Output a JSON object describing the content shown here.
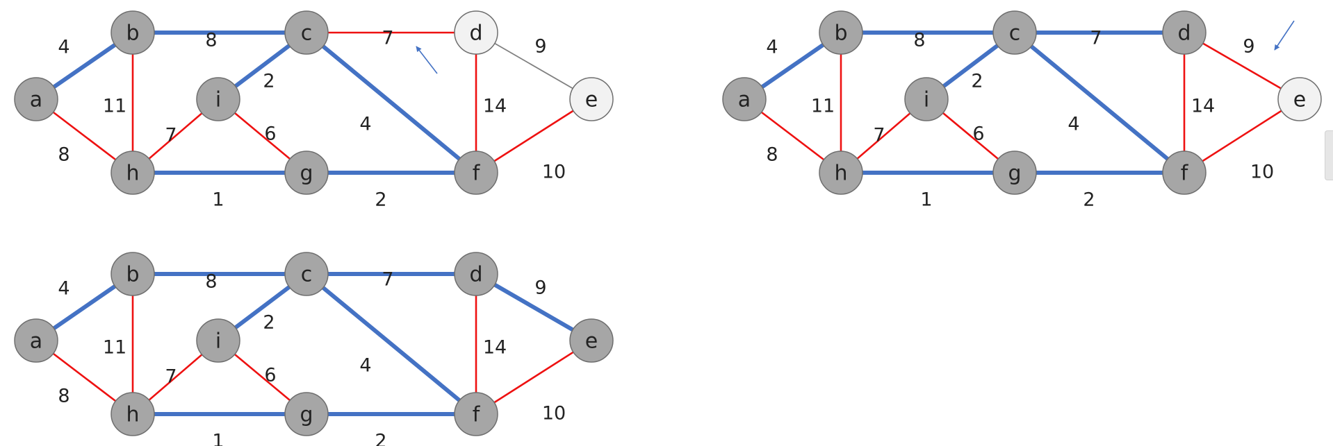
{
  "colors": {
    "node_in_tree": "#a6a6a6",
    "node_outside": "#f2f2f2",
    "node_stroke": "#6e6e6e",
    "edge_tree": "#4472c4",
    "edge_candidate": "#ee1111",
    "edge_plain": "#808080",
    "arrow": "#4472c4"
  },
  "graph": {
    "nodes": [
      "a",
      "b",
      "c",
      "d",
      "e",
      "f",
      "g",
      "h",
      "i"
    ],
    "edges": [
      {
        "u": "a",
        "v": "b",
        "weight": "4"
      },
      {
        "u": "b",
        "v": "c",
        "weight": "8"
      },
      {
        "u": "c",
        "v": "d",
        "weight": "7"
      },
      {
        "u": "d",
        "v": "e",
        "weight": "9"
      },
      {
        "u": "a",
        "v": "h",
        "weight": "8"
      },
      {
        "u": "b",
        "v": "h",
        "weight": "11"
      },
      {
        "u": "h",
        "v": "i",
        "weight": "7"
      },
      {
        "u": "i",
        "v": "c",
        "weight": "2"
      },
      {
        "u": "i",
        "v": "g",
        "weight": "6"
      },
      {
        "u": "c",
        "v": "f",
        "weight": "4"
      },
      {
        "u": "h",
        "v": "g",
        "weight": "1"
      },
      {
        "u": "g",
        "v": "f",
        "weight": "2"
      },
      {
        "u": "d",
        "v": "f",
        "weight": "14"
      },
      {
        "u": "e",
        "v": "f",
        "weight": "10"
      }
    ]
  },
  "panels": [
    {
      "id": "step-1",
      "highlighted_nodes": [
        "a",
        "b",
        "c",
        "f",
        "g",
        "h",
        "i"
      ],
      "edge_styles": {
        "a-b": "tree",
        "b-c": "tree",
        "c-d": "candidate",
        "d-e": "plain",
        "a-h": "candidate",
        "b-h": "candidate",
        "h-i": "candidate",
        "i-c": "tree",
        "i-g": "candidate",
        "c-f": "tree",
        "h-g": "tree",
        "g-f": "tree",
        "d-f": "candidate",
        "e-f": "candidate"
      },
      "has_arrow": true
    },
    {
      "id": "step-2",
      "highlighted_nodes": [
        "a",
        "b",
        "c",
        "d",
        "f",
        "g",
        "h",
        "i"
      ],
      "edge_styles": {
        "a-b": "tree",
        "b-c": "tree",
        "c-d": "tree",
        "d-e": "candidate",
        "a-h": "candidate",
        "b-h": "candidate",
        "h-i": "candidate",
        "i-c": "tree",
        "i-g": "candidate",
        "c-f": "tree",
        "h-g": "tree",
        "g-f": "tree",
        "d-f": "candidate",
        "e-f": "candidate"
      },
      "has_arrow": true
    },
    {
      "id": "step-3",
      "highlighted_nodes": [
        "a",
        "b",
        "c",
        "d",
        "e",
        "f",
        "g",
        "h",
        "i"
      ],
      "edge_styles": {
        "a-b": "tree",
        "b-c": "tree",
        "c-d": "tree",
        "d-e": "tree",
        "a-h": "candidate",
        "b-h": "candidate",
        "h-i": "candidate",
        "i-c": "tree",
        "i-g": "candidate",
        "c-f": "tree",
        "h-g": "tree",
        "g-f": "tree",
        "d-f": "candidate",
        "e-f": "candidate"
      },
      "has_arrow": false
    }
  ]
}
